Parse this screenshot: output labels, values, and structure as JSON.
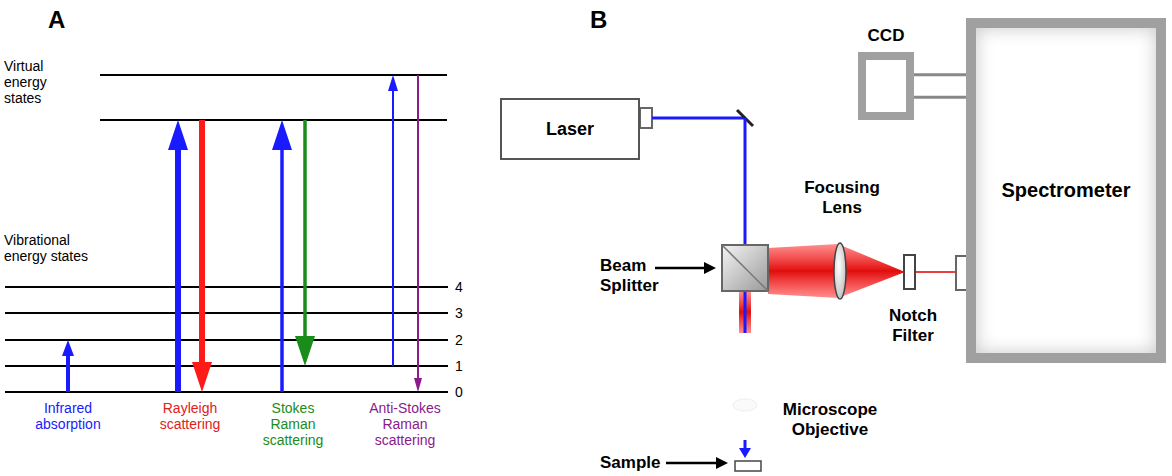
{
  "diagram": {
    "nodes": [
      {
        "text": [
          "Laser"
        ]
      },
      {
        "text": [
          "CCD"
        ]
      },
      {
        "text": [
          "Spectrometer"
        ]
      }
    ],
    "edges": [
      {
        "from": 1,
        "to": 2,
        "arrow": "none"
      },
      {
        "from": 1,
        "to": 2,
        "arrow": "none"
      }
    ],
    "labels": [
      "A",
      "B",
      "Virtual energy states",
      "Vibrational energy states",
      "4",
      "3",
      "2",
      "1",
      "0",
      "Infrared absorption",
      "Rayleigh scattering",
      "Stokes Raman scattering",
      "Anti-Stokes Raman scattering",
      "Beam Splitter",
      "Focusing Lens",
      "Notch Filter",
      "Microscope Objective",
      "Sample"
    ]
  }
}
